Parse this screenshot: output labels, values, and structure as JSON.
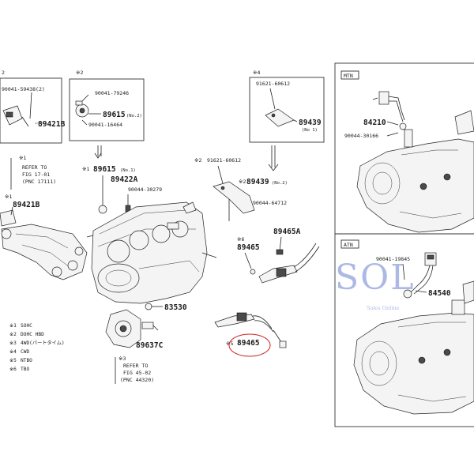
{
  "left_group": {
    "marker": "2",
    "bolt_label": "90041-59438(2)",
    "part": "89421B"
  },
  "sensor_box": {
    "marker": "※2",
    "bolt_a": "90041-79246",
    "part": "89615",
    "qty": "(No.2)",
    "bolt_b": "90041-16464"
  },
  "top_right_box": {
    "marker": "※4",
    "bolt": "91621-60612",
    "part": "89439",
    "qty": "(No 1)"
  },
  "refer_top": {
    "marker": "※1",
    "line1": "REFER TO",
    "line2": "FIG 17-01",
    "line3": "(PNC 17111)"
  },
  "left_part2": {
    "marker": "※1",
    "part": "89421B"
  },
  "center_labels": {
    "p89615_marker": "※1",
    "p89615": "89615",
    "p89615_qty": "(No.1)",
    "p89422": "89422A",
    "bolt_30279": "90044-30279",
    "bolt_60612_marker": "※2",
    "bolt_60612": "91621-60612",
    "p89439_marker": "※2",
    "p89439": "89439",
    "p89439_qty": "(No.2)",
    "bolt_64712": "90044-64712",
    "p89465A": "89465A",
    "p89465_marker": "※6",
    "p89465": "89465",
    "p83530": "83530",
    "p89637": "89637C",
    "p89465b_marker": "※5",
    "p89465b": "89465"
  },
  "refer_bottom": {
    "marker": "※3",
    "line1": "REFER TO",
    "line2": "FIG 45-02",
    "line3": "(PNC 44320)"
  },
  "legend": [
    {
      "mark": "※1",
      "text": "SOHC"
    },
    {
      "mark": "※2",
      "text": "DOHC HBD"
    },
    {
      "mark": "※3",
      "text": "4WD(パートタイム)"
    },
    {
      "mark": "※4",
      "text": "CWD"
    },
    {
      "mark": "※5",
      "text": "NTBO"
    },
    {
      "mark": "※6",
      "text": "TBO"
    }
  ],
  "mtn_panel": {
    "tag": "MTN",
    "part": "84210",
    "bolt": "90044-30166"
  },
  "atn_panel": {
    "tag": "ATN",
    "bolt": "90041-19845",
    "part": "84540"
  },
  "watermark": {
    "logo": "SOL",
    "tagline": "Sales Online"
  }
}
